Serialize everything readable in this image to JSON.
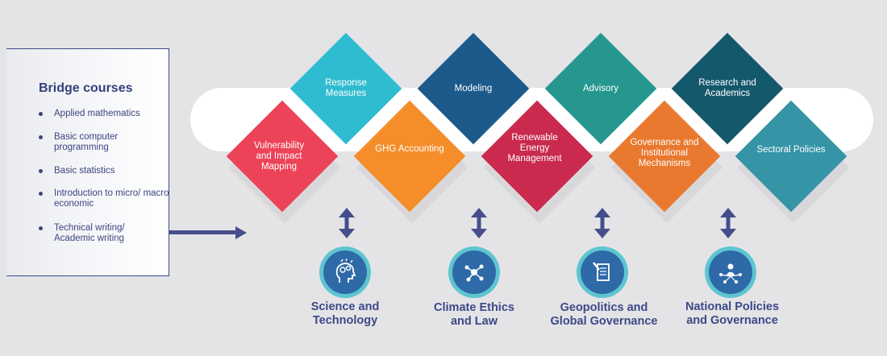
{
  "panel": {
    "title": "Bridge courses",
    "items": [
      "Applied mathematics",
      "Basic computer programming",
      "Basic  statistics",
      "Introduction  to micro/ macro economic",
      "Technical writing/ Academic writing"
    ]
  },
  "diamonds": {
    "top": [
      {
        "label": "Response Measures",
        "color": "#2fbcd1"
      },
      {
        "label": "Modeling",
        "color": "#1c5a8c"
      },
      {
        "label": "Advisory",
        "color": "#26978e"
      },
      {
        "label": "Research and Academics",
        "color": "#14586c"
      }
    ],
    "bottom": [
      {
        "label": "Vulnerability and Impact Mapping",
        "color": "#ec4358"
      },
      {
        "label": "GHG Accounting",
        "color": "#f48d2a"
      },
      {
        "label": "Renewable Energy Management",
        "color": "#c92a4d"
      },
      {
        "label": "Governance and Institutional Mechanisms",
        "color": "#e9792f"
      },
      {
        "label": "Sectoral Policies",
        "color": "#3594a6"
      }
    ]
  },
  "foundations": [
    {
      "label": "Science and Technology",
      "icon": "head-brain-icon"
    },
    {
      "label": "Climate Ethics and Law",
      "icon": "network-icon"
    },
    {
      "label": "Geopolitics and Global Governance",
      "icon": "book-pencil-icon"
    },
    {
      "label": "National Policies and Governance",
      "icon": "people-network-icon"
    }
  ],
  "colors": {
    "arrow": "#454e8b",
    "circle_ring": "#5ec5d0",
    "circle_fill": "#2e6aa7",
    "text_dark": "#3d4888"
  }
}
